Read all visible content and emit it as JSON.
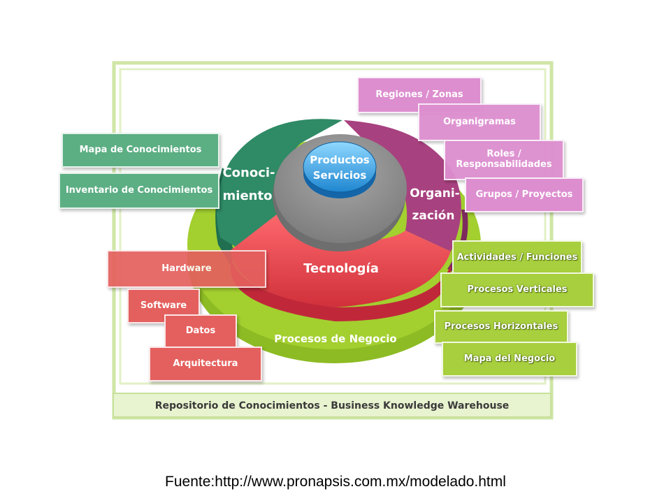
{
  "center": {
    "line1": "Productos",
    "line2": "Servicios"
  },
  "segments": {
    "conocimiento": {
      "line1": "Conoci-",
      "line2": "miento"
    },
    "organizacion": {
      "line1": "Organi-",
      "line2": "zación"
    },
    "tecnologia": "Tecnología",
    "procesos": "Procesos de Negocio"
  },
  "knowledge_boxes": [
    "Mapa de Conocimientos",
    "Inventario de Conocimientos"
  ],
  "tech_boxes": [
    "Hardware",
    "Software",
    "Datos",
    "Arquitectura"
  ],
  "org_boxes": [
    "Regiones / Zonas",
    "Organigramas",
    "Roles / Responsabilidades",
    "Grupos / Proyectos"
  ],
  "process_boxes": [
    "Actividades / Funciones",
    "Procesos Verticales",
    "Procesos Horizontales",
    "Mapa del Negocio"
  ],
  "repository": "Repositorio de Conocimientos - Business Knowledge Warehouse",
  "source": "Fuente:http://www.pronapsis.com.mx/modelado.html",
  "colors": {
    "teal": "#2f8a66",
    "pink": "#a8417f",
    "red": "#ea4a50",
    "green": "#a3cf2f",
    "gray": "#8f8f8f",
    "blue": "#3aa6e0"
  }
}
